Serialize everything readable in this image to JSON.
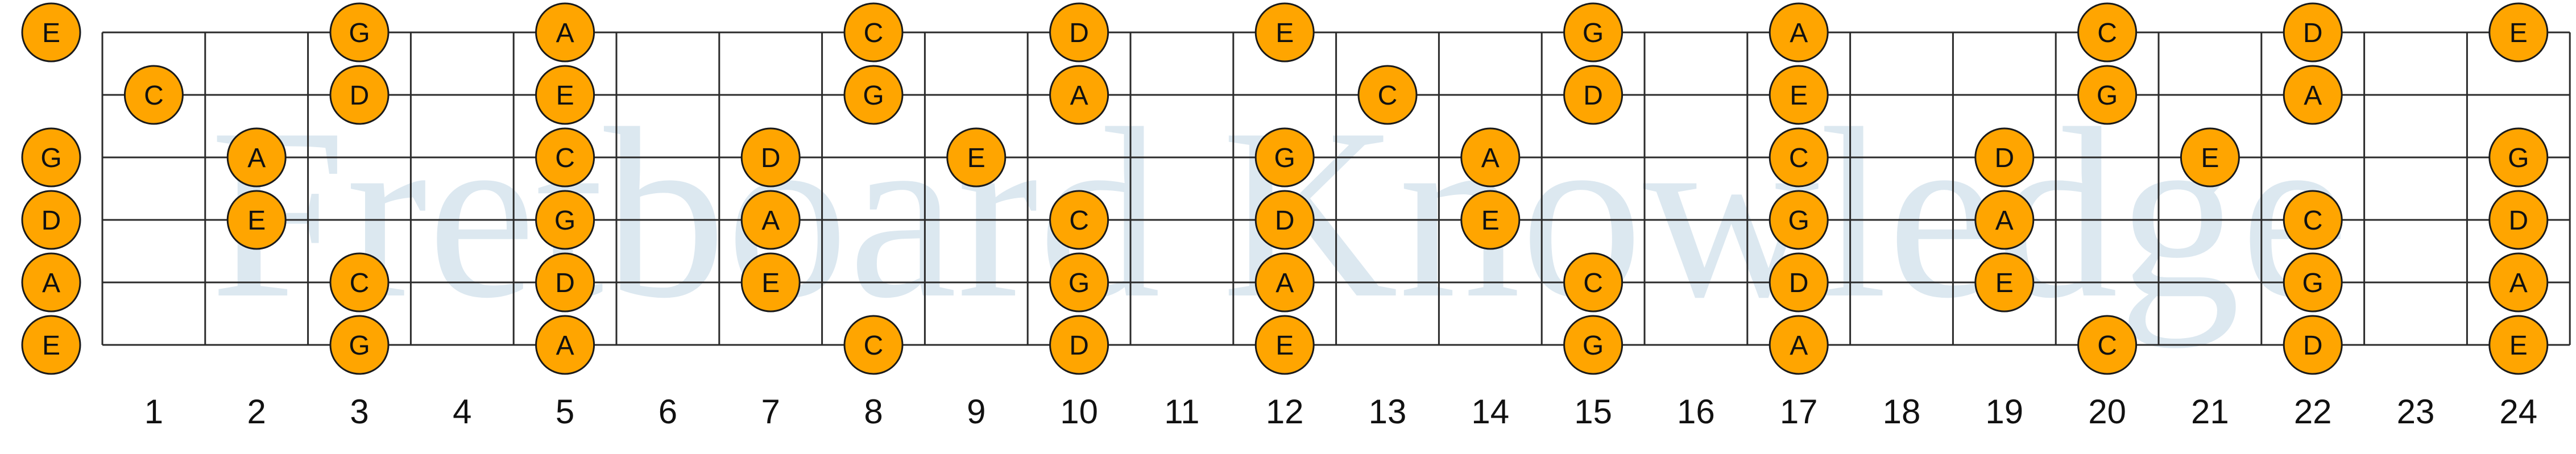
{
  "watermark": "Fretboard Knowledge",
  "colors": {
    "note_fill": "#FFA500",
    "note_stroke": "#1a1a1a",
    "line": "#2b2b2b",
    "watermark": "#DCE8F0",
    "text": "#111111"
  },
  "fret_numbers": [
    "1",
    "2",
    "3",
    "4",
    "5",
    "6",
    "7",
    "8",
    "9",
    "10",
    "11",
    "12",
    "13",
    "14",
    "15",
    "16",
    "17",
    "18",
    "19",
    "20",
    "21",
    "22",
    "23",
    "24"
  ],
  "strings": 6,
  "frets": 24,
  "notes": [
    {
      "string": 1,
      "fret": 0,
      "label": "E"
    },
    {
      "string": 1,
      "fret": 3,
      "label": "G"
    },
    {
      "string": 1,
      "fret": 5,
      "label": "A"
    },
    {
      "string": 1,
      "fret": 8,
      "label": "C"
    },
    {
      "string": 1,
      "fret": 10,
      "label": "D"
    },
    {
      "string": 1,
      "fret": 12,
      "label": "E"
    },
    {
      "string": 1,
      "fret": 15,
      "label": "G"
    },
    {
      "string": 1,
      "fret": 17,
      "label": "A"
    },
    {
      "string": 1,
      "fret": 20,
      "label": "C"
    },
    {
      "string": 1,
      "fret": 22,
      "label": "D"
    },
    {
      "string": 1,
      "fret": 24,
      "label": "E"
    },
    {
      "string": 2,
      "fret": 1,
      "label": "C"
    },
    {
      "string": 2,
      "fret": 3,
      "label": "D"
    },
    {
      "string": 2,
      "fret": 5,
      "label": "E"
    },
    {
      "string": 2,
      "fret": 8,
      "label": "G"
    },
    {
      "string": 2,
      "fret": 10,
      "label": "A"
    },
    {
      "string": 2,
      "fret": 13,
      "label": "C"
    },
    {
      "string": 2,
      "fret": 15,
      "label": "D"
    },
    {
      "string": 2,
      "fret": 17,
      "label": "E"
    },
    {
      "string": 2,
      "fret": 20,
      "label": "G"
    },
    {
      "string": 2,
      "fret": 22,
      "label": "A"
    },
    {
      "string": 3,
      "fret": 0,
      "label": "G"
    },
    {
      "string": 3,
      "fret": 2,
      "label": "A"
    },
    {
      "string": 3,
      "fret": 5,
      "label": "C"
    },
    {
      "string": 3,
      "fret": 7,
      "label": "D"
    },
    {
      "string": 3,
      "fret": 9,
      "label": "E"
    },
    {
      "string": 3,
      "fret": 12,
      "label": "G"
    },
    {
      "string": 3,
      "fret": 14,
      "label": "A"
    },
    {
      "string": 3,
      "fret": 17,
      "label": "C"
    },
    {
      "string": 3,
      "fret": 19,
      "label": "D"
    },
    {
      "string": 3,
      "fret": 21,
      "label": "E"
    },
    {
      "string": 3,
      "fret": 24,
      "label": "G"
    },
    {
      "string": 4,
      "fret": 0,
      "label": "D"
    },
    {
      "string": 4,
      "fret": 2,
      "label": "E"
    },
    {
      "string": 4,
      "fret": 5,
      "label": "G"
    },
    {
      "string": 4,
      "fret": 7,
      "label": "A"
    },
    {
      "string": 4,
      "fret": 10,
      "label": "C"
    },
    {
      "string": 4,
      "fret": 12,
      "label": "D"
    },
    {
      "string": 4,
      "fret": 14,
      "label": "E"
    },
    {
      "string": 4,
      "fret": 17,
      "label": "G"
    },
    {
      "string": 4,
      "fret": 19,
      "label": "A"
    },
    {
      "string": 4,
      "fret": 22,
      "label": "C"
    },
    {
      "string": 4,
      "fret": 24,
      "label": "D"
    },
    {
      "string": 5,
      "fret": 0,
      "label": "A"
    },
    {
      "string": 5,
      "fret": 3,
      "label": "C"
    },
    {
      "string": 5,
      "fret": 5,
      "label": "D"
    },
    {
      "string": 5,
      "fret": 7,
      "label": "E"
    },
    {
      "string": 5,
      "fret": 10,
      "label": "G"
    },
    {
      "string": 5,
      "fret": 12,
      "label": "A"
    },
    {
      "string": 5,
      "fret": 15,
      "label": "C"
    },
    {
      "string": 5,
      "fret": 17,
      "label": "D"
    },
    {
      "string": 5,
      "fret": 19,
      "label": "E"
    },
    {
      "string": 5,
      "fret": 22,
      "label": "G"
    },
    {
      "string": 5,
      "fret": 24,
      "label": "A"
    },
    {
      "string": 6,
      "fret": 0,
      "label": "E"
    },
    {
      "string": 6,
      "fret": 3,
      "label": "G"
    },
    {
      "string": 6,
      "fret": 5,
      "label": "A"
    },
    {
      "string": 6,
      "fret": 8,
      "label": "C"
    },
    {
      "string": 6,
      "fret": 10,
      "label": "D"
    },
    {
      "string": 6,
      "fret": 12,
      "label": "E"
    },
    {
      "string": 6,
      "fret": 15,
      "label": "G"
    },
    {
      "string": 6,
      "fret": 17,
      "label": "A"
    },
    {
      "string": 6,
      "fret": 20,
      "label": "C"
    },
    {
      "string": 6,
      "fret": 22,
      "label": "D"
    },
    {
      "string": 6,
      "fret": 24,
      "label": "E"
    }
  ]
}
